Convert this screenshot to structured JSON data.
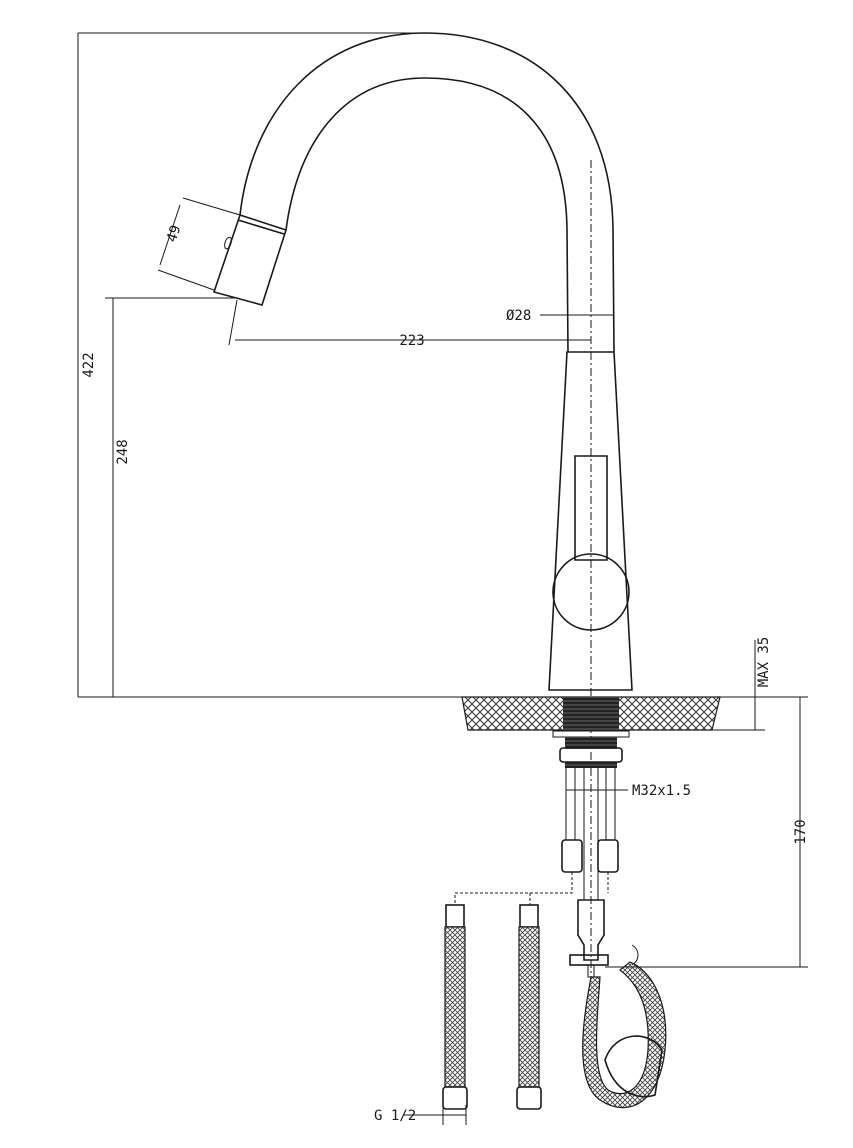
{
  "dimensions": {
    "total_height": "422",
    "outlet_height": "248",
    "head_width": "49",
    "reach": "223",
    "spout_diameter": "Ø28",
    "max_deck_thickness": "MAX 35",
    "shank_length": "170",
    "shank_thread": "M32x1.5",
    "hose_thread": "G 1/2"
  },
  "colors": {
    "line": "#1a1a1a",
    "background": "#ffffff"
  }
}
